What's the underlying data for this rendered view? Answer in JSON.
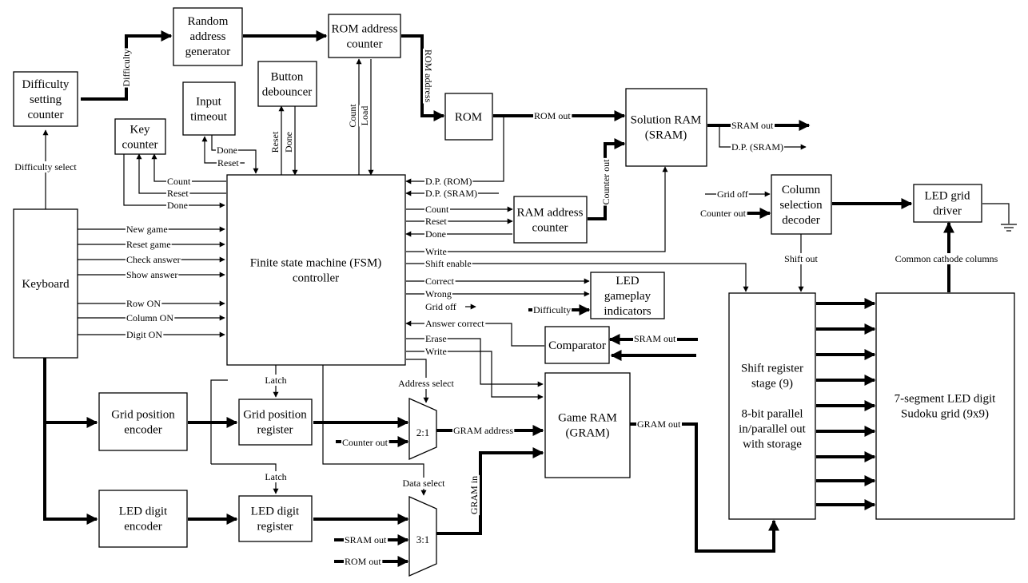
{
  "blocks": {
    "difficulty_counter": [
      "Difficulty",
      "setting",
      "counter"
    ],
    "random_gen": [
      "Random",
      "address",
      "generator"
    ],
    "rom_counter": [
      "ROM address",
      "counter"
    ],
    "button_debouncer": [
      "Button",
      "debouncer"
    ],
    "input_timeout": [
      "Input",
      "timeout"
    ],
    "key_counter": [
      "Key",
      "counter"
    ],
    "rom": [
      "ROM"
    ],
    "solution_ram": [
      "Solution RAM",
      "(SRAM)"
    ],
    "keyboard": [
      "Keyboard"
    ],
    "fsm": [
      "Finite state machine (FSM)",
      "controller"
    ],
    "ram_addr_counter": [
      "RAM address",
      "counter"
    ],
    "column_decoder": [
      "Column",
      "selection",
      "decoder"
    ],
    "led_driver": [
      "LED grid",
      "driver"
    ],
    "led_indicators": [
      "LED",
      "gameplay",
      "indicators"
    ],
    "comparator": [
      "Comparator"
    ],
    "shift_register": [
      "Shift register",
      "stage (9)",
      "",
      "8-bit parallel",
      "in/parallel out",
      "with storage"
    ],
    "sudoku_grid": [
      "7-segment LED digit",
      "Sudoku grid (9x9)"
    ],
    "grid_pos_encoder": [
      "Grid position",
      "encoder"
    ],
    "grid_pos_register": [
      "Grid position",
      "register"
    ],
    "game_ram": [
      "Game RAM",
      "(GRAM)"
    ],
    "led_digit_encoder": [
      "LED digit",
      "encoder"
    ],
    "led_digit_register": [
      "LED digit",
      "register"
    ],
    "mux2": [
      "2:1"
    ],
    "mux3": [
      "3:1"
    ]
  },
  "signals": {
    "difficulty": "Difficulty",
    "difficulty_select": "Difficulty select",
    "rom_address": "ROM address",
    "count": "Count",
    "load": "Load",
    "reset": "Reset",
    "done": "Done",
    "rom_out": "ROM out",
    "sram_out": "SRAM out",
    "dp_sram": "D.P. (SRAM)",
    "dp_rom": "D.P. (ROM)",
    "counter_out": "Counter out",
    "grid_off": "Grid off",
    "new_game": "New game",
    "reset_game": "Reset game",
    "check_answer": "Check answer",
    "show_answer": "Show answer",
    "row_on": "Row ON",
    "column_on": "Column ON",
    "digit_on": "Digit ON",
    "write": "Write",
    "shift_enable": "Shift enable",
    "correct": "Correct",
    "wrong": "Wrong",
    "answer_correct": "Answer correct",
    "erase": "Erase",
    "shift_out": "Shift out",
    "common_cathode": "Common cathode columns",
    "latch": "Latch",
    "address_select": "Address select",
    "data_select": "Data select",
    "gram_address": "GRAM address",
    "gram_out": "GRAM out",
    "gram_in": "GRAM in"
  }
}
